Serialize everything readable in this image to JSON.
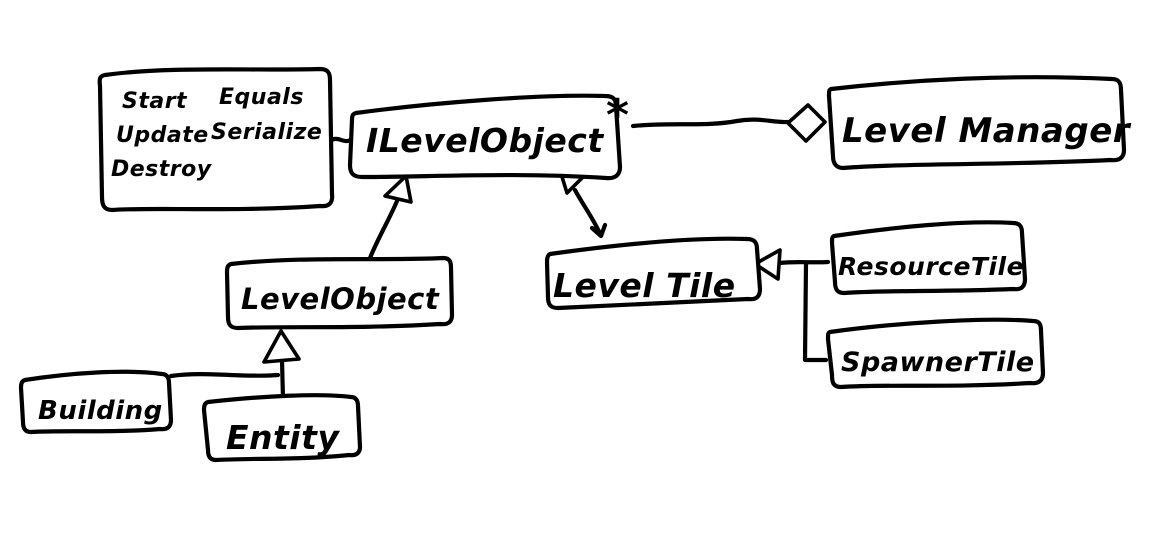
{
  "diagram": {
    "background_color": "#ffffff",
    "ink_color": "#000000",
    "nodes": {
      "methods_note": {
        "start": "Start",
        "equals": "Equals",
        "update": "Update",
        "serialize": "Serialize",
        "destroy": "Destroy"
      },
      "ilevel_object": {
        "label": "ILevelObject",
        "multiplicity": "*"
      },
      "level_manager": {
        "label": "Level Manager"
      },
      "level_object": {
        "label": "LevelObject"
      },
      "level_tile": {
        "label": "Level Tile"
      },
      "resource_tile": {
        "label": "ResourceTile"
      },
      "spawner_tile": {
        "label": "SpawnerTile"
      },
      "building": {
        "label": "Building"
      },
      "entity": {
        "label": "Entity"
      }
    },
    "relationships": [
      {
        "from": "ILevelObject",
        "to": "Level Manager",
        "type": "aggregation",
        "multiplicity": "*"
      },
      {
        "from": "methods note (Start, Update, Destroy, Equals, Serialize)",
        "to": "ILevelObject",
        "type": "attached-note"
      },
      {
        "from": "LevelObject",
        "to": "ILevelObject",
        "type": "realization"
      },
      {
        "from": "Level Tile",
        "to": "ILevelObject",
        "type": "realization"
      },
      {
        "from": "ResourceTile",
        "to": "Level Tile",
        "type": "inheritance"
      },
      {
        "from": "SpawnerTile",
        "to": "Level Tile",
        "type": "inheritance"
      },
      {
        "from": "Building",
        "to": "LevelObject",
        "type": "inheritance"
      },
      {
        "from": "Entity",
        "to": "LevelObject",
        "type": "inheritance"
      }
    ]
  }
}
